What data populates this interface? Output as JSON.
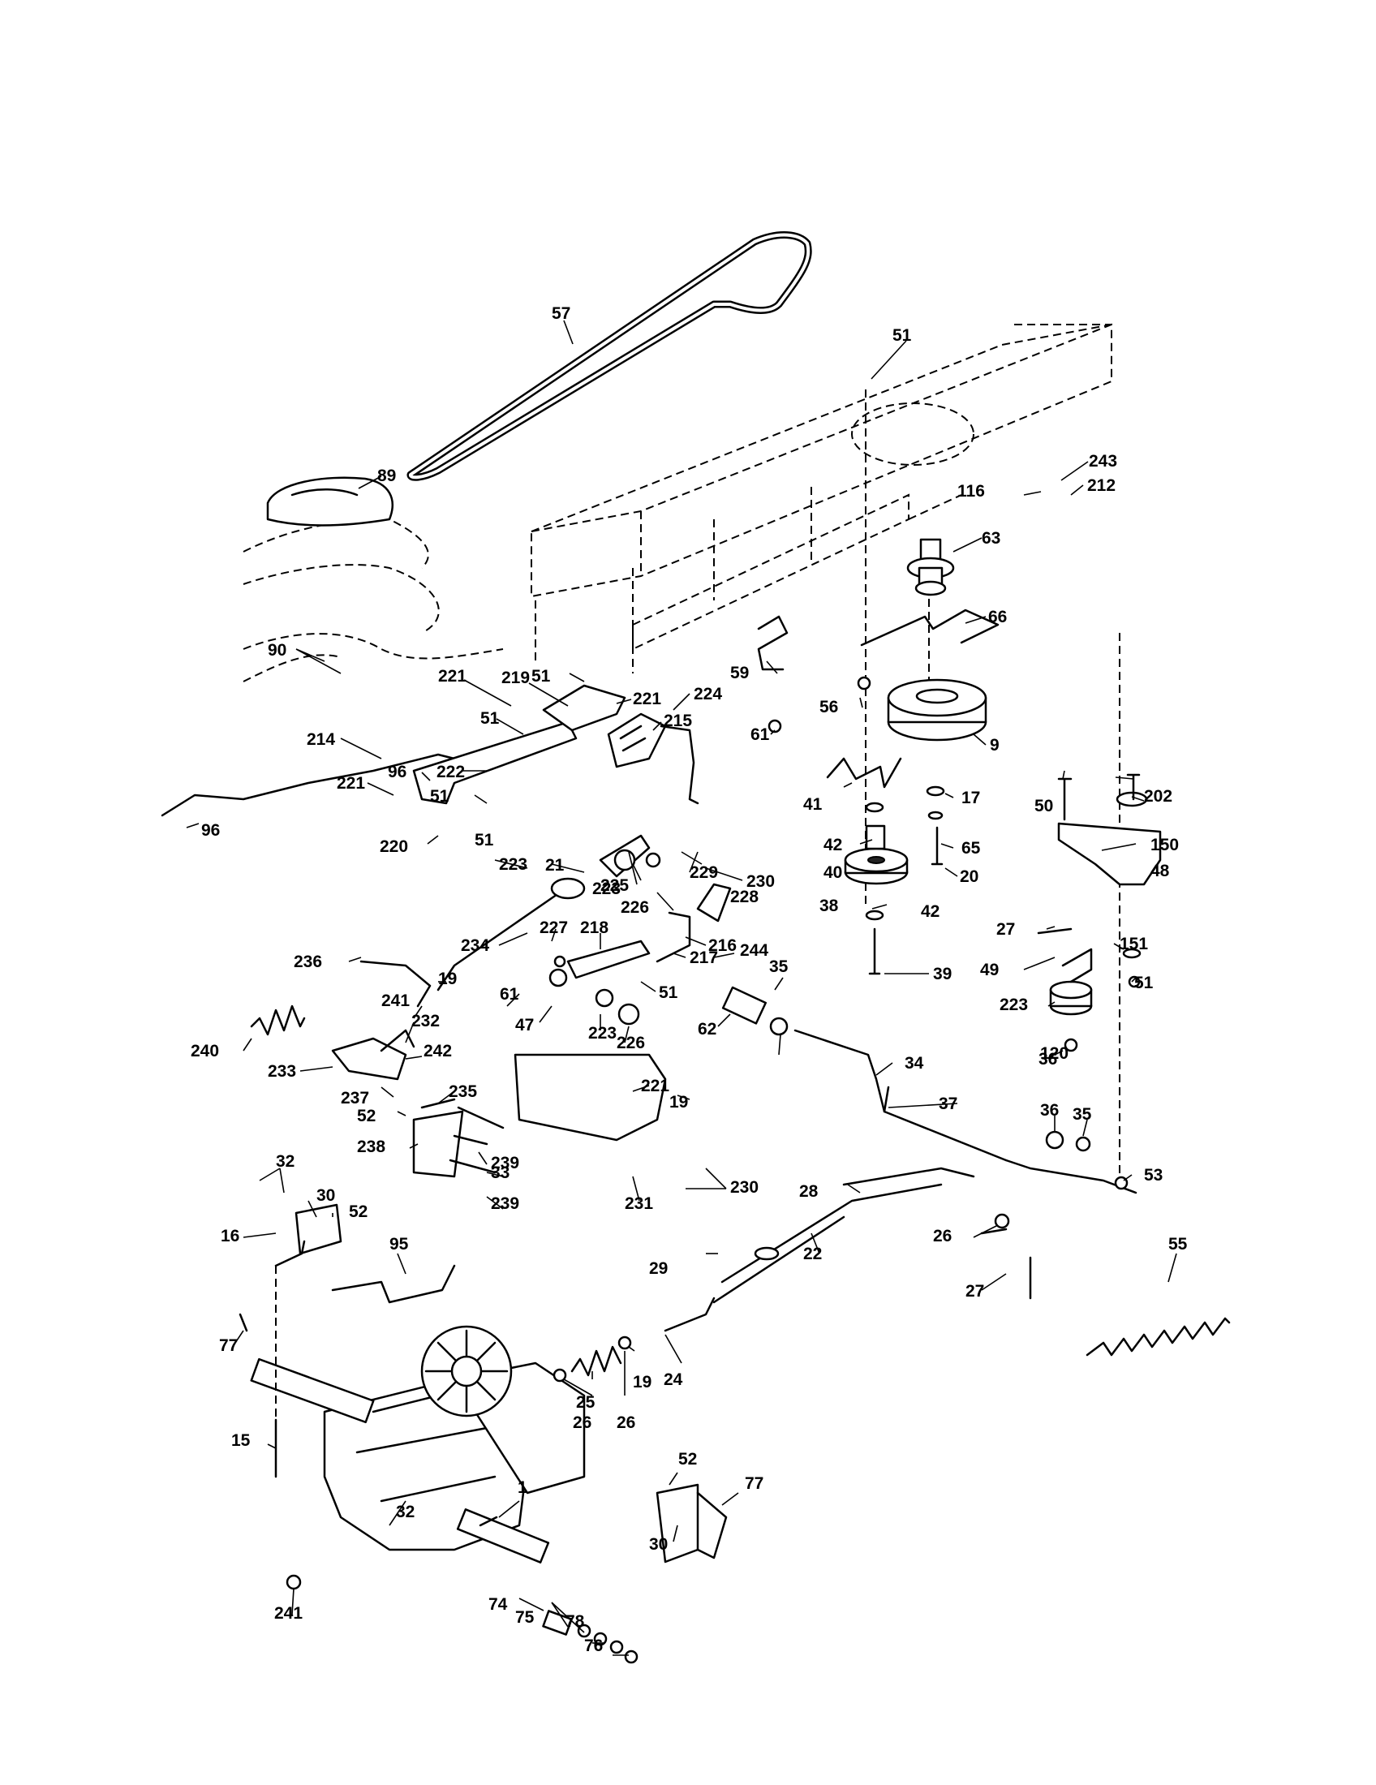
{
  "callouts": [
    {
      "id": "57"
    },
    {
      "id": "51"
    },
    {
      "id": "89"
    },
    {
      "id": "243"
    },
    {
      "id": "116"
    },
    {
      "id": "212"
    },
    {
      "id": "63"
    },
    {
      "id": "66"
    },
    {
      "id": "90"
    },
    {
      "id": "59"
    },
    {
      "id": "221"
    },
    {
      "id": "219"
    },
    {
      "id": "51"
    },
    {
      "id": "221"
    },
    {
      "id": "56"
    },
    {
      "id": "61"
    },
    {
      "id": "9"
    },
    {
      "id": "214"
    },
    {
      "id": "51"
    },
    {
      "id": "215"
    },
    {
      "id": "224"
    },
    {
      "id": "96"
    },
    {
      "id": "222"
    },
    {
      "id": "51"
    },
    {
      "id": "221"
    },
    {
      "id": "41"
    },
    {
      "id": "17"
    },
    {
      "id": "50"
    },
    {
      "id": "202"
    },
    {
      "id": "96"
    },
    {
      "id": "225"
    },
    {
      "id": "229"
    },
    {
      "id": "42"
    },
    {
      "id": "65"
    },
    {
      "id": "150"
    },
    {
      "id": "220"
    },
    {
      "id": "51"
    },
    {
      "id": "223"
    },
    {
      "id": "40"
    },
    {
      "id": "20"
    },
    {
      "id": "48"
    },
    {
      "id": "21"
    },
    {
      "id": "230"
    },
    {
      "id": "223"
    },
    {
      "id": "228"
    },
    {
      "id": "226"
    },
    {
      "id": "38"
    },
    {
      "id": "42"
    },
    {
      "id": "27"
    },
    {
      "id": "234"
    },
    {
      "id": "216"
    },
    {
      "id": "151"
    },
    {
      "id": "227"
    },
    {
      "id": "218"
    },
    {
      "id": "217"
    },
    {
      "id": "244"
    },
    {
      "id": "35"
    },
    {
      "id": "39"
    },
    {
      "id": "51"
    },
    {
      "id": "236"
    },
    {
      "id": "19"
    },
    {
      "id": "49"
    },
    {
      "id": "51"
    },
    {
      "id": "61"
    },
    {
      "id": "241"
    },
    {
      "id": "232"
    },
    {
      "id": "223"
    },
    {
      "id": "47"
    },
    {
      "id": "223"
    },
    {
      "id": "226"
    },
    {
      "id": "62"
    },
    {
      "id": "240"
    },
    {
      "id": "242"
    },
    {
      "id": "36"
    },
    {
      "id": "120"
    },
    {
      "id": "233"
    },
    {
      "id": "235"
    },
    {
      "id": "221"
    },
    {
      "id": "34"
    },
    {
      "id": "237"
    },
    {
      "id": "19"
    },
    {
      "id": "37"
    },
    {
      "id": "52"
    },
    {
      "id": "36"
    },
    {
      "id": "35"
    },
    {
      "id": "238"
    },
    {
      "id": "239"
    },
    {
      "id": "33"
    },
    {
      "id": "230"
    },
    {
      "id": "32"
    },
    {
      "id": "30"
    },
    {
      "id": "231"
    },
    {
      "id": "53"
    },
    {
      "id": "239"
    },
    {
      "id": "52"
    },
    {
      "id": "28"
    },
    {
      "id": "16"
    },
    {
      "id": "95"
    },
    {
      "id": "26"
    },
    {
      "id": "55"
    },
    {
      "id": "22"
    },
    {
      "id": "29"
    },
    {
      "id": "27"
    },
    {
      "id": "77"
    },
    {
      "id": "25"
    },
    {
      "id": "19"
    },
    {
      "id": "24"
    },
    {
      "id": "26"
    },
    {
      "id": "26"
    },
    {
      "id": "15"
    },
    {
      "id": "52"
    },
    {
      "id": "77"
    },
    {
      "id": "32"
    },
    {
      "id": "1"
    },
    {
      "id": "30"
    },
    {
      "id": "241"
    },
    {
      "id": "74"
    },
    {
      "id": "75"
    },
    {
      "id": "78"
    },
    {
      "id": "76"
    }
  ]
}
